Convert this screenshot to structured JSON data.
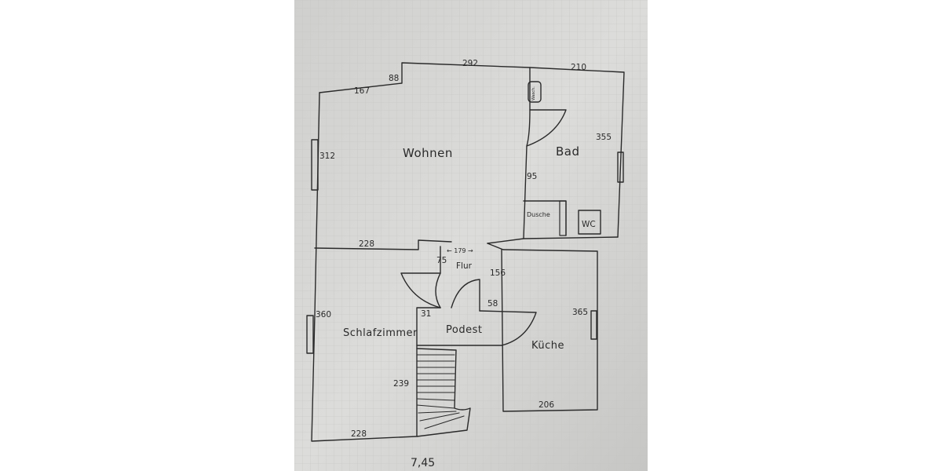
{
  "rooms": {
    "wohnen": "Wohnen",
    "bad": "Bad",
    "dusche": "Dusche",
    "wc": "WC",
    "flur": "Flur",
    "schlafzimmer": "Schlafzimmer",
    "podest": "Podest",
    "kueche": "Küche",
    "waschbecken": "Wasch."
  },
  "dimensions": {
    "wohnen_top_right": "292",
    "wohnen_step_vertical": "88",
    "wohnen_top_left": "167",
    "bad_top": "210",
    "bad_right": "355",
    "wohnen_left": "312",
    "bad_wall_left": "95",
    "wohnen_bottom": "228",
    "flur_width": "← 179 →",
    "flur_left": "75",
    "flur_right": "156",
    "podest_right": "58",
    "podest_left": "31",
    "schlafzimmer_left": "360",
    "kueche_right": "365",
    "stairs_length": "239",
    "kueche_bottom": "206",
    "schlafzimmer_bottom": "228",
    "total_width": "7,45"
  },
  "colors": {
    "background": "#ffffff",
    "paper": "#d8d8d6",
    "grid": "#c2c2c0",
    "ink": "#2a2a2a"
  }
}
